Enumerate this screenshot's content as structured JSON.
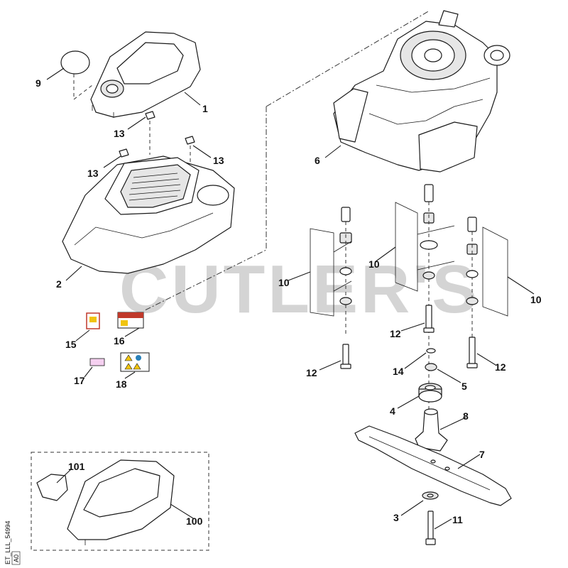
{
  "watermark": "CUTLER'S",
  "doc_id": "ET_LLL_54994",
  "doc_rev": "A0",
  "callouts": {
    "c9": "9",
    "c1": "1",
    "c13a": "13",
    "c13b": "13",
    "c13c": "13",
    "c2": "2",
    "c15": "15",
    "c16": "16",
    "c17": "17",
    "c18": "18",
    "c101": "101",
    "c100": "100",
    "c6": "6",
    "c10a": "10",
    "c10b": "10",
    "c10c": "10",
    "c12a": "12",
    "c12b": "12",
    "c12c": "12",
    "c14": "14",
    "c5": "5",
    "c4": "4",
    "c8": "8",
    "c7": "7",
    "c3": "3",
    "c11": "11"
  },
  "colors": {
    "line": "#1a1a1a",
    "watermark": "#d4d4d4",
    "label_red": "#c0392b",
    "label_yellow": "#f1c40f"
  }
}
